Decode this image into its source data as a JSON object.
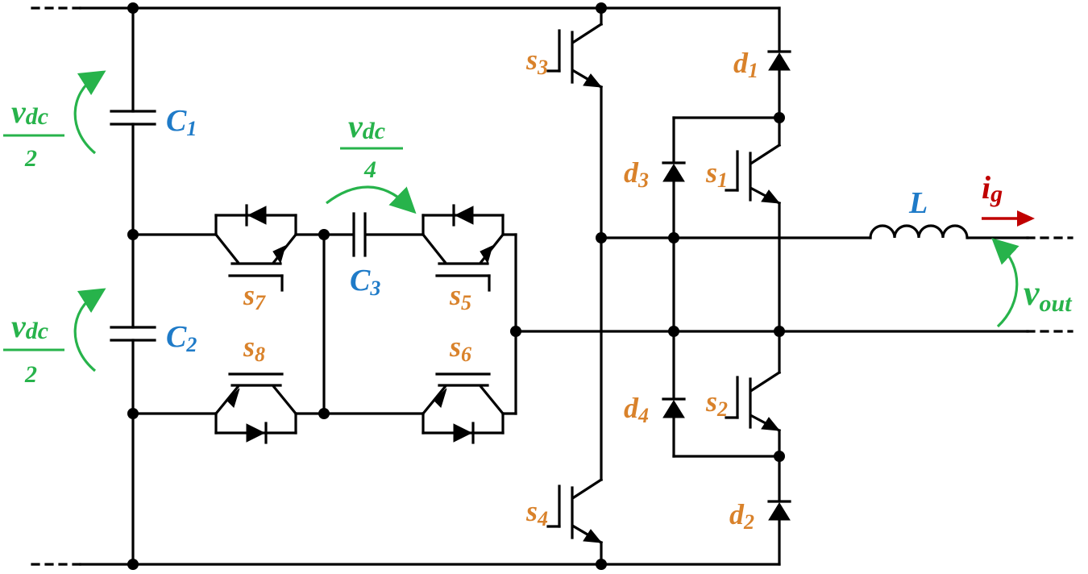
{
  "labels": {
    "vdc_top": {
      "main": "v",
      "sub": "dc",
      "den": "2"
    },
    "vdc_bottom": {
      "main": "v",
      "sub": "dc",
      "den": "2"
    },
    "vdc_flying": {
      "main": "v",
      "sub": "dc",
      "den": "4"
    },
    "c1": {
      "main": "C",
      "sub": "1"
    },
    "c2": {
      "main": "C",
      "sub": "2"
    },
    "c3": {
      "main": "C",
      "sub": "3"
    },
    "s1": {
      "main": "s",
      "sub": "1"
    },
    "s2": {
      "main": "s",
      "sub": "2"
    },
    "s3": {
      "main": "s",
      "sub": "3"
    },
    "s4": {
      "main": "s",
      "sub": "4"
    },
    "s5": {
      "main": "s",
      "sub": "5"
    },
    "s6": {
      "main": "s",
      "sub": "6"
    },
    "s7": {
      "main": "s",
      "sub": "7"
    },
    "s8": {
      "main": "s",
      "sub": "8"
    },
    "d1": {
      "main": "d",
      "sub": "1"
    },
    "d2": {
      "main": "d",
      "sub": "2"
    },
    "d3": {
      "main": "d",
      "sub": "3"
    },
    "d4": {
      "main": "d",
      "sub": "4"
    },
    "inductor": {
      "main": "L"
    },
    "ig": {
      "main": "i",
      "sub": "g"
    },
    "vout": {
      "main": "v",
      "sub": "out"
    }
  },
  "colors": {
    "switch_diode_labels": "#D9822B",
    "capacitor_inductor_labels": "#1F7BC8",
    "voltage_labels": "#27B34B",
    "current_label": "#C00000",
    "wires": "#000000"
  }
}
